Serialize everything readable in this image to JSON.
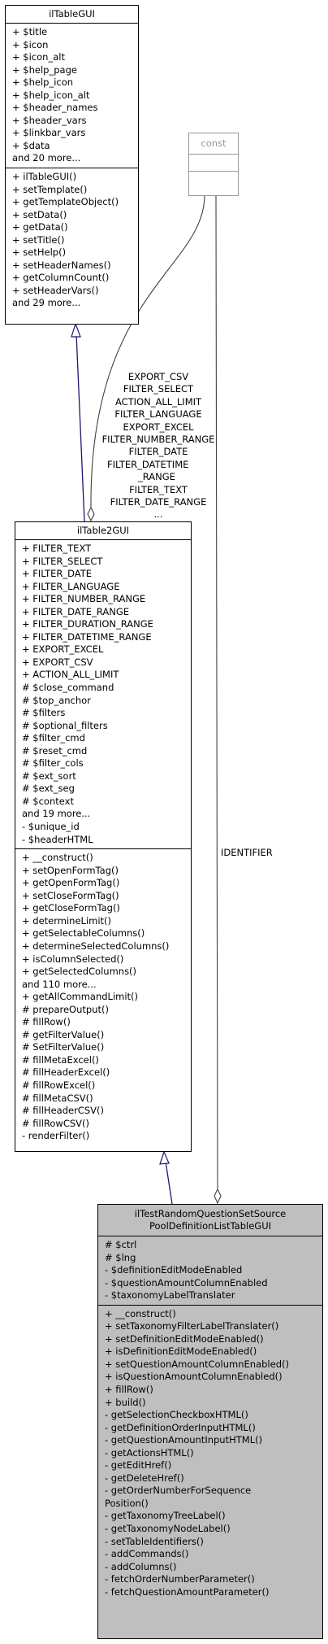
{
  "classes": {
    "iltablegui": {
      "name": "ilTableGUI",
      "attributes": [
        "+ $title",
        "+ $icon",
        "+ $icon_alt",
        "+ $help_page",
        "+ $help_icon",
        "+ $help_icon_alt",
        "+ $header_names",
        "+ $header_vars",
        "+ $linkbar_vars",
        "+ $data",
        "and 20 more..."
      ],
      "methods": [
        "+ ilTableGUI()",
        "+ setTemplate()",
        "+ getTemplateObject()",
        "+ setData()",
        "+ getData()",
        "+ setTitle()",
        "+ setHelp()",
        "+ setHeaderNames()",
        "+ getColumnCount()",
        "+ setHeaderVars()",
        "and 29 more..."
      ]
    },
    "const": {
      "name": "const"
    },
    "iltable2gui": {
      "name": "ilTable2GUI",
      "attributes": [
        "+ FILTER_TEXT",
        "+ FILTER_SELECT",
        "+ FILTER_DATE",
        "+ FILTER_LANGUAGE",
        "+ FILTER_NUMBER_RANGE",
        "+ FILTER_DATE_RANGE",
        "+ FILTER_DURATION_RANGE",
        "+ FILTER_DATETIME_RANGE",
        "+ EXPORT_EXCEL",
        "+ EXPORT_CSV",
        "+ ACTION_ALL_LIMIT",
        "# $close_command",
        "# $top_anchor",
        "# $filters",
        "# $optional_filters",
        "# $filter_cmd",
        "# $reset_cmd",
        "# $filter_cols",
        "# $ext_sort",
        "# $ext_seg",
        "# $context",
        "and 19 more...",
        "- $unique_id",
        "- $headerHTML"
      ],
      "methods": [
        "+ __construct()",
        "+ setOpenFormTag()",
        "+ getOpenFormTag()",
        "+ setCloseFormTag()",
        "+ getCloseFormTag()",
        "+ determineLimit()",
        "+ getSelectableColumns()",
        "+ determineSelectedColumns()",
        "+ isColumnSelected()",
        "+ getSelectedColumns()",
        "and 110 more...",
        "+ getAllCommandLimit()",
        "# prepareOutput()",
        "# fillRow()",
        "# getFilterValue()",
        "# SetFilterValue()",
        "# fillMetaExcel()",
        "# fillHeaderExcel()",
        "# fillRowExcel()",
        "# fillMetaCSV()",
        "# fillHeaderCSV()",
        "# fillRowCSV()",
        "- renderFilter()"
      ]
    },
    "leaf": {
      "name_lines": [
        "ilTestRandomQuestionSetSource",
        "PoolDefinitionListTableGUI"
      ],
      "attributes": [
        "# $ctrl",
        "# $lng",
        "- $definitionEditModeEnabled",
        "- $questionAmountColumnEnabled",
        "- $taxonomyLabelTranslater"
      ],
      "methods": [
        "+ __construct()",
        "+ setTaxonomyFilterLabelTranslater()",
        "+ setDefinitionEditModeEnabled()",
        "+ isDefinitionEditModeEnabled()",
        "+ setQuestionAmountColumnEnabled()",
        "+ isQuestionAmountColumnEnabled()",
        "+ fillRow()",
        "+ build()",
        "- getSelectionCheckboxHTML()",
        "- getDefinitionOrderInputHTML()",
        "- getQuestionAmountInputHTML()",
        "- getActionsHTML()",
        "- getEditHref()",
        "- getDeleteHref()",
        "- getOrderNumberForSequence",
        "Position()",
        "- getTaxonomyTreeLabel()",
        "- getTaxonomyNodeLabel()",
        "- setTableIdentifiers()",
        "- addCommands()",
        "- addColumns()",
        "- fetchOrderNumberParameter()",
        "- fetchQuestionAmountParameter()"
      ]
    }
  },
  "edge_labels": {
    "const_to_table2": [
      "EXPORT_CSV",
      "FILTER_SELECT",
      "ACTION_ALL_LIMIT",
      "FILTER_LANGUAGE",
      "EXPORT_EXCEL",
      "FILTER_NUMBER_RANGE",
      "FILTER_DATE",
      "FILTER_DATETIME",
      "_RANGE",
      "FILTER_TEXT",
      "FILTER_DATE_RANGE",
      "..."
    ],
    "const_to_leaf": "IDENTIFIER"
  },
  "colors": {
    "inheritance_edge": "#191970",
    "usage_edge": "#404040",
    "leaf_fill": "#bfbfbf",
    "const_border": "#999999"
  }
}
